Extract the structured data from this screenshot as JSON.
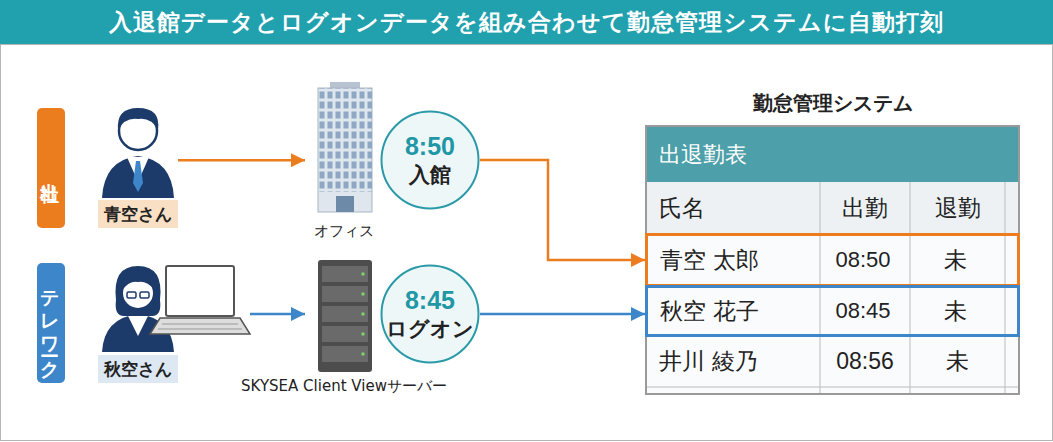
{
  "diagram": {
    "title": "入退館データとログオンデータを組み合わせて勤怠管理システムに自動打刻",
    "nodes": [
      {
        "text": [
          "出社"
        ]
      },
      {
        "text": [
          "青空さん"
        ]
      },
      {
        "text": [
          "オフィス"
        ]
      },
      {
        "text": [
          "8:50",
          "入館"
        ]
      },
      {
        "text": [
          "テレワーク"
        ]
      },
      {
        "text": [
          "秋空さん"
        ]
      },
      {
        "text": [
          "SKYSEA Client Viewサーバー"
        ]
      },
      {
        "text": [
          "8:45",
          "ログオン"
        ]
      },
      {
        "text": [
          "勤怠管理システム"
        ]
      },
      {
        "text": [
          "出退勤表"
        ],
        "in": 8
      },
      {
        "text": [
          "青空 太郎",
          "08:50",
          "未"
        ],
        "in": 8
      },
      {
        "text": [
          "秋空 花子",
          "08:45",
          "未"
        ],
        "in": 8
      }
    ],
    "edges": [
      {
        "from": 1,
        "to": 2,
        "arrow": "to"
      },
      {
        "from": 3,
        "to": 10,
        "arrow": "to"
      },
      {
        "from": 5,
        "to": 6,
        "arrow": "to"
      },
      {
        "from": 7,
        "to": 11,
        "arrow": "to"
      }
    ],
    "labels": [
      "氏名",
      "出勤",
      "退勤",
      "井川 綾乃",
      "08:56",
      "未"
    ]
  }
}
